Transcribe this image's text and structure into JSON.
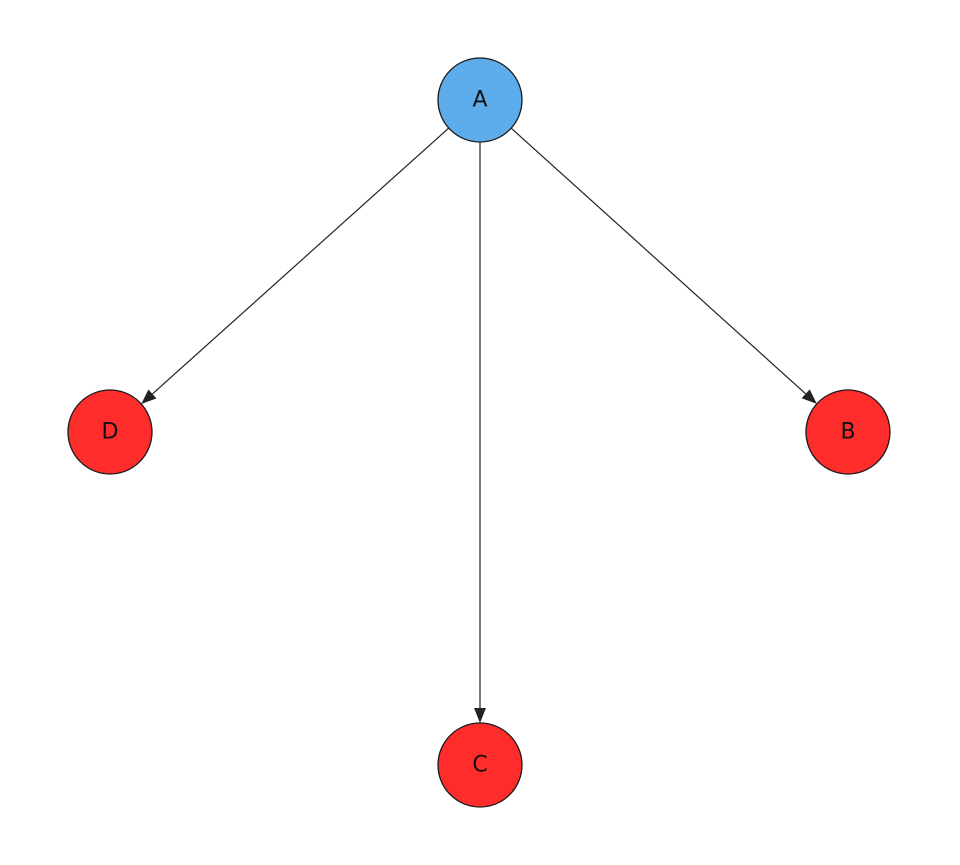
{
  "diagram": {
    "nodes": [
      {
        "id": "A",
        "label": "A",
        "color": "#5DADEC"
      },
      {
        "id": "D",
        "label": "D",
        "color": "#FF2C2C"
      },
      {
        "id": "C",
        "label": "C",
        "color": "#FF2C2C"
      },
      {
        "id": "B",
        "label": "B",
        "color": "#FF2C2C"
      }
    ],
    "edges": [
      {
        "from": "A",
        "to": "D",
        "directed": true
      },
      {
        "from": "A",
        "to": "C",
        "directed": true
      },
      {
        "from": "A",
        "to": "B",
        "directed": true
      }
    ]
  }
}
